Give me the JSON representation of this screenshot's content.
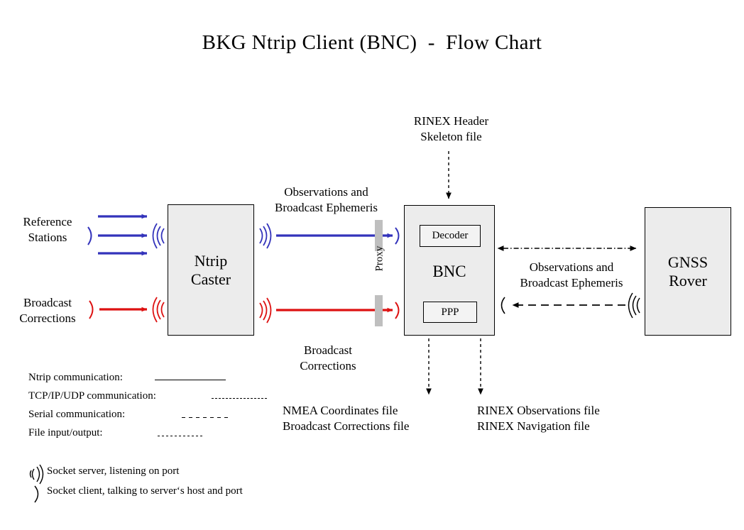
{
  "title": "BKG Ntrip Client (BNC)  -  Flow Chart",
  "colors": {
    "ntrip_blue": "#3333bb",
    "broadcast_red": "#dd1111",
    "node_fill": "#ececec",
    "proxy_gray": "#bfbfbf",
    "line_black": "#000000"
  },
  "nodes": {
    "caster": "Ntrip\nCaster",
    "bnc": "BNC",
    "rover": "GNSS\nRover",
    "decoder": "Decoder",
    "ppp": "PPP"
  },
  "labels": {
    "reference_stations": "Reference\nStations",
    "broadcast_corrections_left": "Broadcast\nCorrections",
    "observations_ephemeris_caster_to_bnc": "Observations and\nBroadcast Ephemeris",
    "broadcast_corrections_caster_to_bnc": "Broadcast\nCorrections",
    "rinex_header_skeleton": "RINEX Header\nSkeleton file",
    "observations_ephemeris_bnc_to_rover": "Observations and\nBroadcast Ephemeris",
    "nmea_files": "NMEA Coordinates file\nBroadcast Corrections file",
    "rinex_files": "RINEX Observations file\nRINEX Navigation file",
    "proxy": "Proxy"
  },
  "legend": {
    "items": [
      {
        "label": "Ntrip communication:",
        "style": "solid"
      },
      {
        "label": "TCP/IP/UDP communication:",
        "style": "dashed"
      },
      {
        "label": "Serial communication:",
        "style": "dash-dot"
      },
      {
        "label": "File input/output:",
        "style": "dotted"
      }
    ]
  },
  "socket_legend": {
    "items": [
      {
        "glyph": "socket-server-icon",
        "text": "Socket server, listening on port"
      },
      {
        "glyph": "socket-client-icon",
        "text": "Socket client, talking to server‘s host and port"
      }
    ]
  }
}
